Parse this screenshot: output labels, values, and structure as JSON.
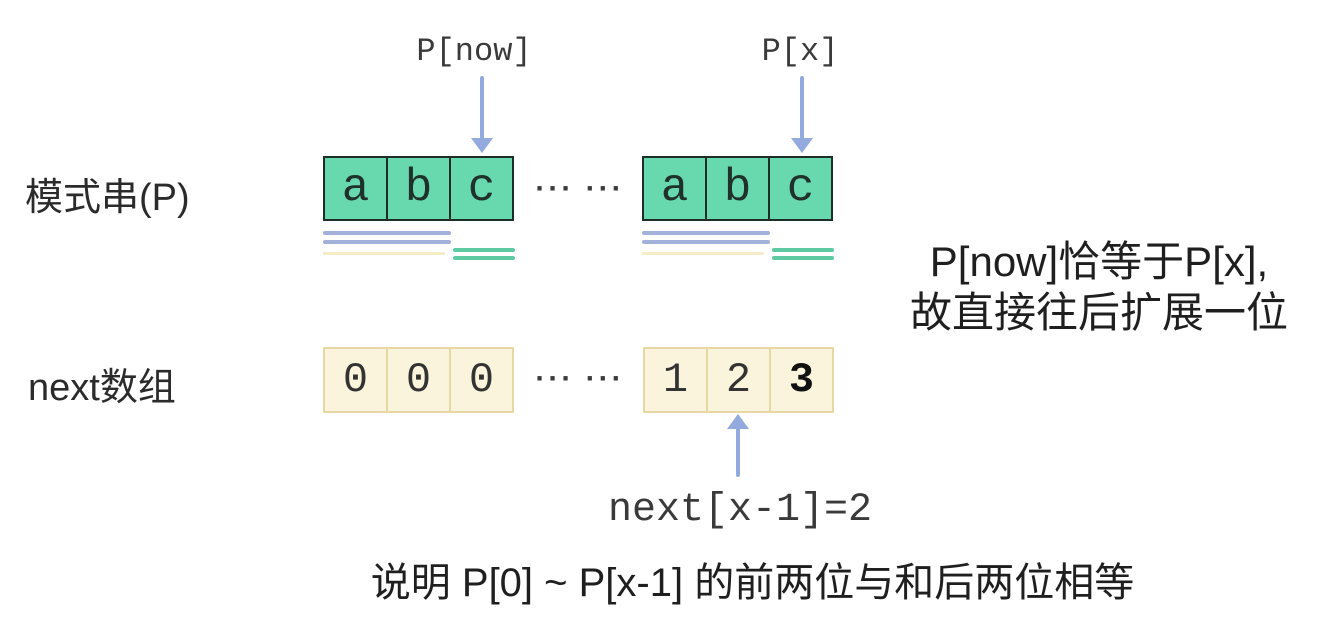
{
  "diagram": {
    "pattern_row_label": "模式串(P)",
    "next_row_label": "next数组",
    "pointer_now_label": "P[now]",
    "pointer_x_label": "P[x]",
    "ellipsis": "··· ···",
    "pattern_left_cells": [
      "a",
      "b",
      "c"
    ],
    "pattern_right_cells": [
      "a",
      "b",
      "c"
    ],
    "next_left_cells": [
      "0",
      "0",
      "0"
    ],
    "next_right_cells": [
      "1",
      "2",
      "3"
    ],
    "next_pointer_label": "next[x-1]=2",
    "side_note_line1": "P[now]恰等于P[x],",
    "side_note_line2": "故直接往后扩展一位",
    "bottom_caption": "说明 P[0] ~ P[x-1] 的前两位与和后两位相等"
  },
  "colors": {
    "pattern_cell_fill": "#68d9af",
    "pattern_cell_border": "#1d2d28",
    "next_cell_fill": "#fbf4dc",
    "next_cell_border": "#e6d7a3",
    "arrow_blue": "#93aadf",
    "underline_blue": "#a2b1da",
    "underline_green": "#5ecaa2",
    "underline_yellow": "#f3ecc6",
    "text_dark": "#1f1f1f",
    "background": "#ffffff"
  }
}
